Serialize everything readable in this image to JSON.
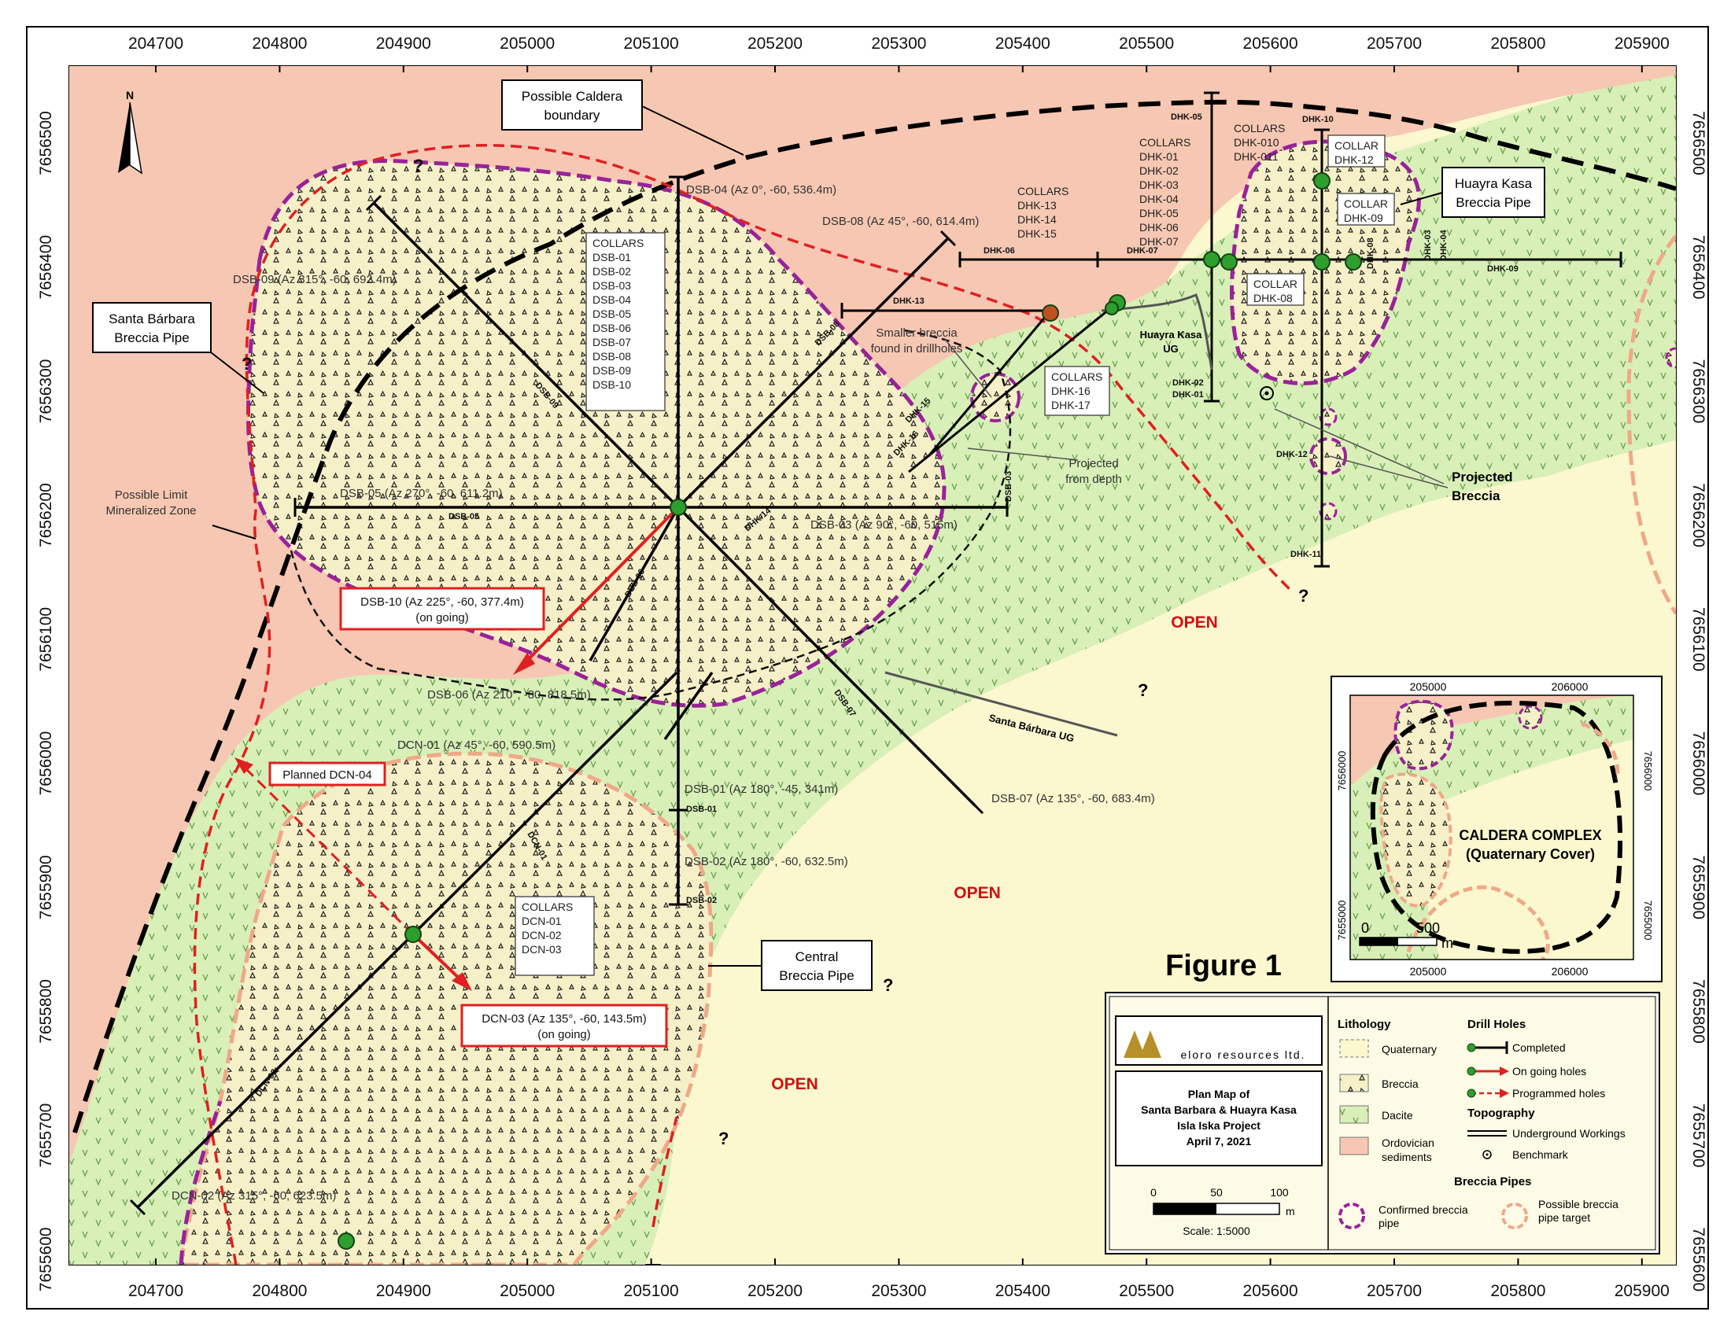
{
  "x_ticks": [
    "204700",
    "204800",
    "204900",
    "205000",
    "205100",
    "205200",
    "205300",
    "205400",
    "205500",
    "205600",
    "205700",
    "205800",
    "205900"
  ],
  "y_ticks": [
    "7656500",
    "7656400",
    "7656300",
    "7656200",
    "7656100",
    "7656000",
    "7655900",
    "7655800",
    "7655700",
    "7655600"
  ],
  "north": "N",
  "callouts": {
    "caldera": [
      "Possible Caldera",
      "boundary"
    ],
    "santa_barbara": [
      "Santa Bárbara",
      "Breccia Pipe"
    ],
    "huayra_kasa": [
      "Huayra Kasa",
      "Breccia Pipe"
    ],
    "central": [
      "Central",
      "Breccia Pipe"
    ],
    "projected": [
      "Projected",
      "Breccia"
    ],
    "limit": [
      "Possible Limit",
      "Mineralized Zone"
    ],
    "smaller": [
      "Smaller breccia",
      "found in drillholes"
    ],
    "proj_depth": [
      "Projected",
      "from depth"
    ],
    "hk_ug": [
      "Huayra Kasa",
      "UG"
    ],
    "sb_ug": "Santa Bárbara UG"
  },
  "collar_boxes": {
    "dsb": [
      "COLLARS",
      "DSB-01",
      "DSB-02",
      "DSB-03",
      "DSB-04",
      "DSB-05",
      "DSB-06",
      "DSB-07",
      "DSB-08",
      "DSB-09",
      "DSB-10"
    ],
    "dhk13": [
      "COLLARS",
      "DHK-13",
      "DHK-14",
      "DHK-15"
    ],
    "dhk01": [
      "COLLARS",
      "DHK-01",
      "DHK-02",
      "DHK-03",
      "DHK-04",
      "DHK-05",
      "DHK-06",
      "DHK-07"
    ],
    "dhk10": [
      "COLLARS",
      "DHK-010",
      "DHK-011"
    ],
    "dhk12": [
      "COLLAR",
      "DHK-12"
    ],
    "dhk09": [
      "COLLAR",
      "DHK-09"
    ],
    "dhk08": [
      "COLLAR",
      "DHK-08"
    ],
    "dhk16": [
      "COLLARS",
      "DHK-16",
      "DHK-17"
    ],
    "dcn": [
      "COLLARS",
      "DCN-01",
      "DCN-02",
      "DCN-03"
    ]
  },
  "holes": {
    "dsb04": "DSB-04 (Az 0°, -60, 536.4m)",
    "dsb08": "DSB-08 (Az 45°, -60, 614.4m)",
    "dsb09": "DSB-09 (Az 315°, -60, 692.4m)",
    "dsb05": "DSB-05 (Az 270°, -60, 611.2m)",
    "dsb03": "DSB-03 (Az 90°, -60, 515m)",
    "dsb10a": "DSB-10 (Az 225°, -60, 377.4m)",
    "dsb10b": "(on going)",
    "dsb06": "DSB-06 (Az 210°, -80, 818.5m)",
    "dcn01": "DCN-01 (Az 45°, -60, 590.5m)",
    "dsb01": "DSB-01 (Az 180°, -45, 341m)",
    "dsb02": "DSB-02 (Az 180°, -60, 632.5m)",
    "dsb07": "DSB-07 (Az 135°, -60, 683.4m)",
    "planned": "Planned DCN-04",
    "dcn03a": "DCN-03 (Az 135°, -60, 143.5m)",
    "dcn03b": "(on going)",
    "dcn02": "DCN-02 (Az 315°, -60, 623.5m)"
  },
  "small_labels": {
    "dhk05": "DHK-05",
    "dhk10": "DHK-10",
    "dhk06": "DHK-06",
    "dhk07": "DHK-07",
    "dhk13": "DHK-13",
    "dhk02": "DHK-02",
    "dhk01": "DHK-01",
    "dhk12": "DHK-12",
    "dhk11": "DHK-11",
    "dhk03": "DHK-03",
    "dhk04": "DHK-04",
    "dhk08": "DHK-08",
    "dhk09": "DHK-09",
    "dhk15": "DHK-15",
    "dhk16": "DHK-16",
    "dhk14": "DHK-14",
    "dsb05": "DSB-05",
    "dsb03": "DSB-03",
    "dsb01": "DSB-01",
    "dsb02": "DSB-02",
    "dsb06": "DSB-06",
    "dsb08": "DSB-08",
    "dsb09": "DSB-09",
    "dsb07": "DSB-07",
    "dcn01": "DCN-01",
    "dcn02": "DCN-02"
  },
  "open_label": "OPEN",
  "question": "?",
  "inset": {
    "x_ticks": [
      "205000",
      "206000"
    ],
    "y_ticks": [
      "7656000",
      "7655000"
    ],
    "title": [
      "CALDERA COMPLEX",
      "(Quaternary Cover)"
    ],
    "scale_left": "0",
    "scale_mid": "500",
    "scale_unit": "m"
  },
  "figure_label": "Figure 1",
  "logo_text": "eloro resources ltd.",
  "plan_title": [
    "Plan Map of",
    "Santa Barbara & Huayra Kasa",
    "Isla Iska Project",
    "April 7, 2021"
  ],
  "scale": {
    "l0": "0",
    "l50": "50",
    "l100": "100",
    "unit": "m",
    "text": "Scale: 1:5000"
  },
  "legend": {
    "lithology": "Lithology",
    "quaternary": "Quaternary",
    "breccia": "Breccia",
    "dacite": "Dacite",
    "ordovician": [
      "Ordovician",
      "sediments"
    ],
    "drill_holes": "Drill Holes",
    "completed": "Completed",
    "ongoing": "On going holes",
    "programmed": "Programmed holes",
    "topography": "Topography",
    "ug": "Underground Workings",
    "benchmark": "Benchmark",
    "breccia_pipes": "Breccia Pipes",
    "confirmed": [
      "Confirmed breccia",
      "pipe"
    ],
    "possible": [
      "Possible breccia",
      "pipe target"
    ]
  },
  "colors": {
    "ordovician": "#f6c7b2",
    "quaternary": "#fbf8cf",
    "dacite": "#d8efb8",
    "breccia": "#f6f0c8",
    "confirmed_pipe": "#992299",
    "possible_pipe": "#f0a888",
    "open_red": "#d01010"
  }
}
